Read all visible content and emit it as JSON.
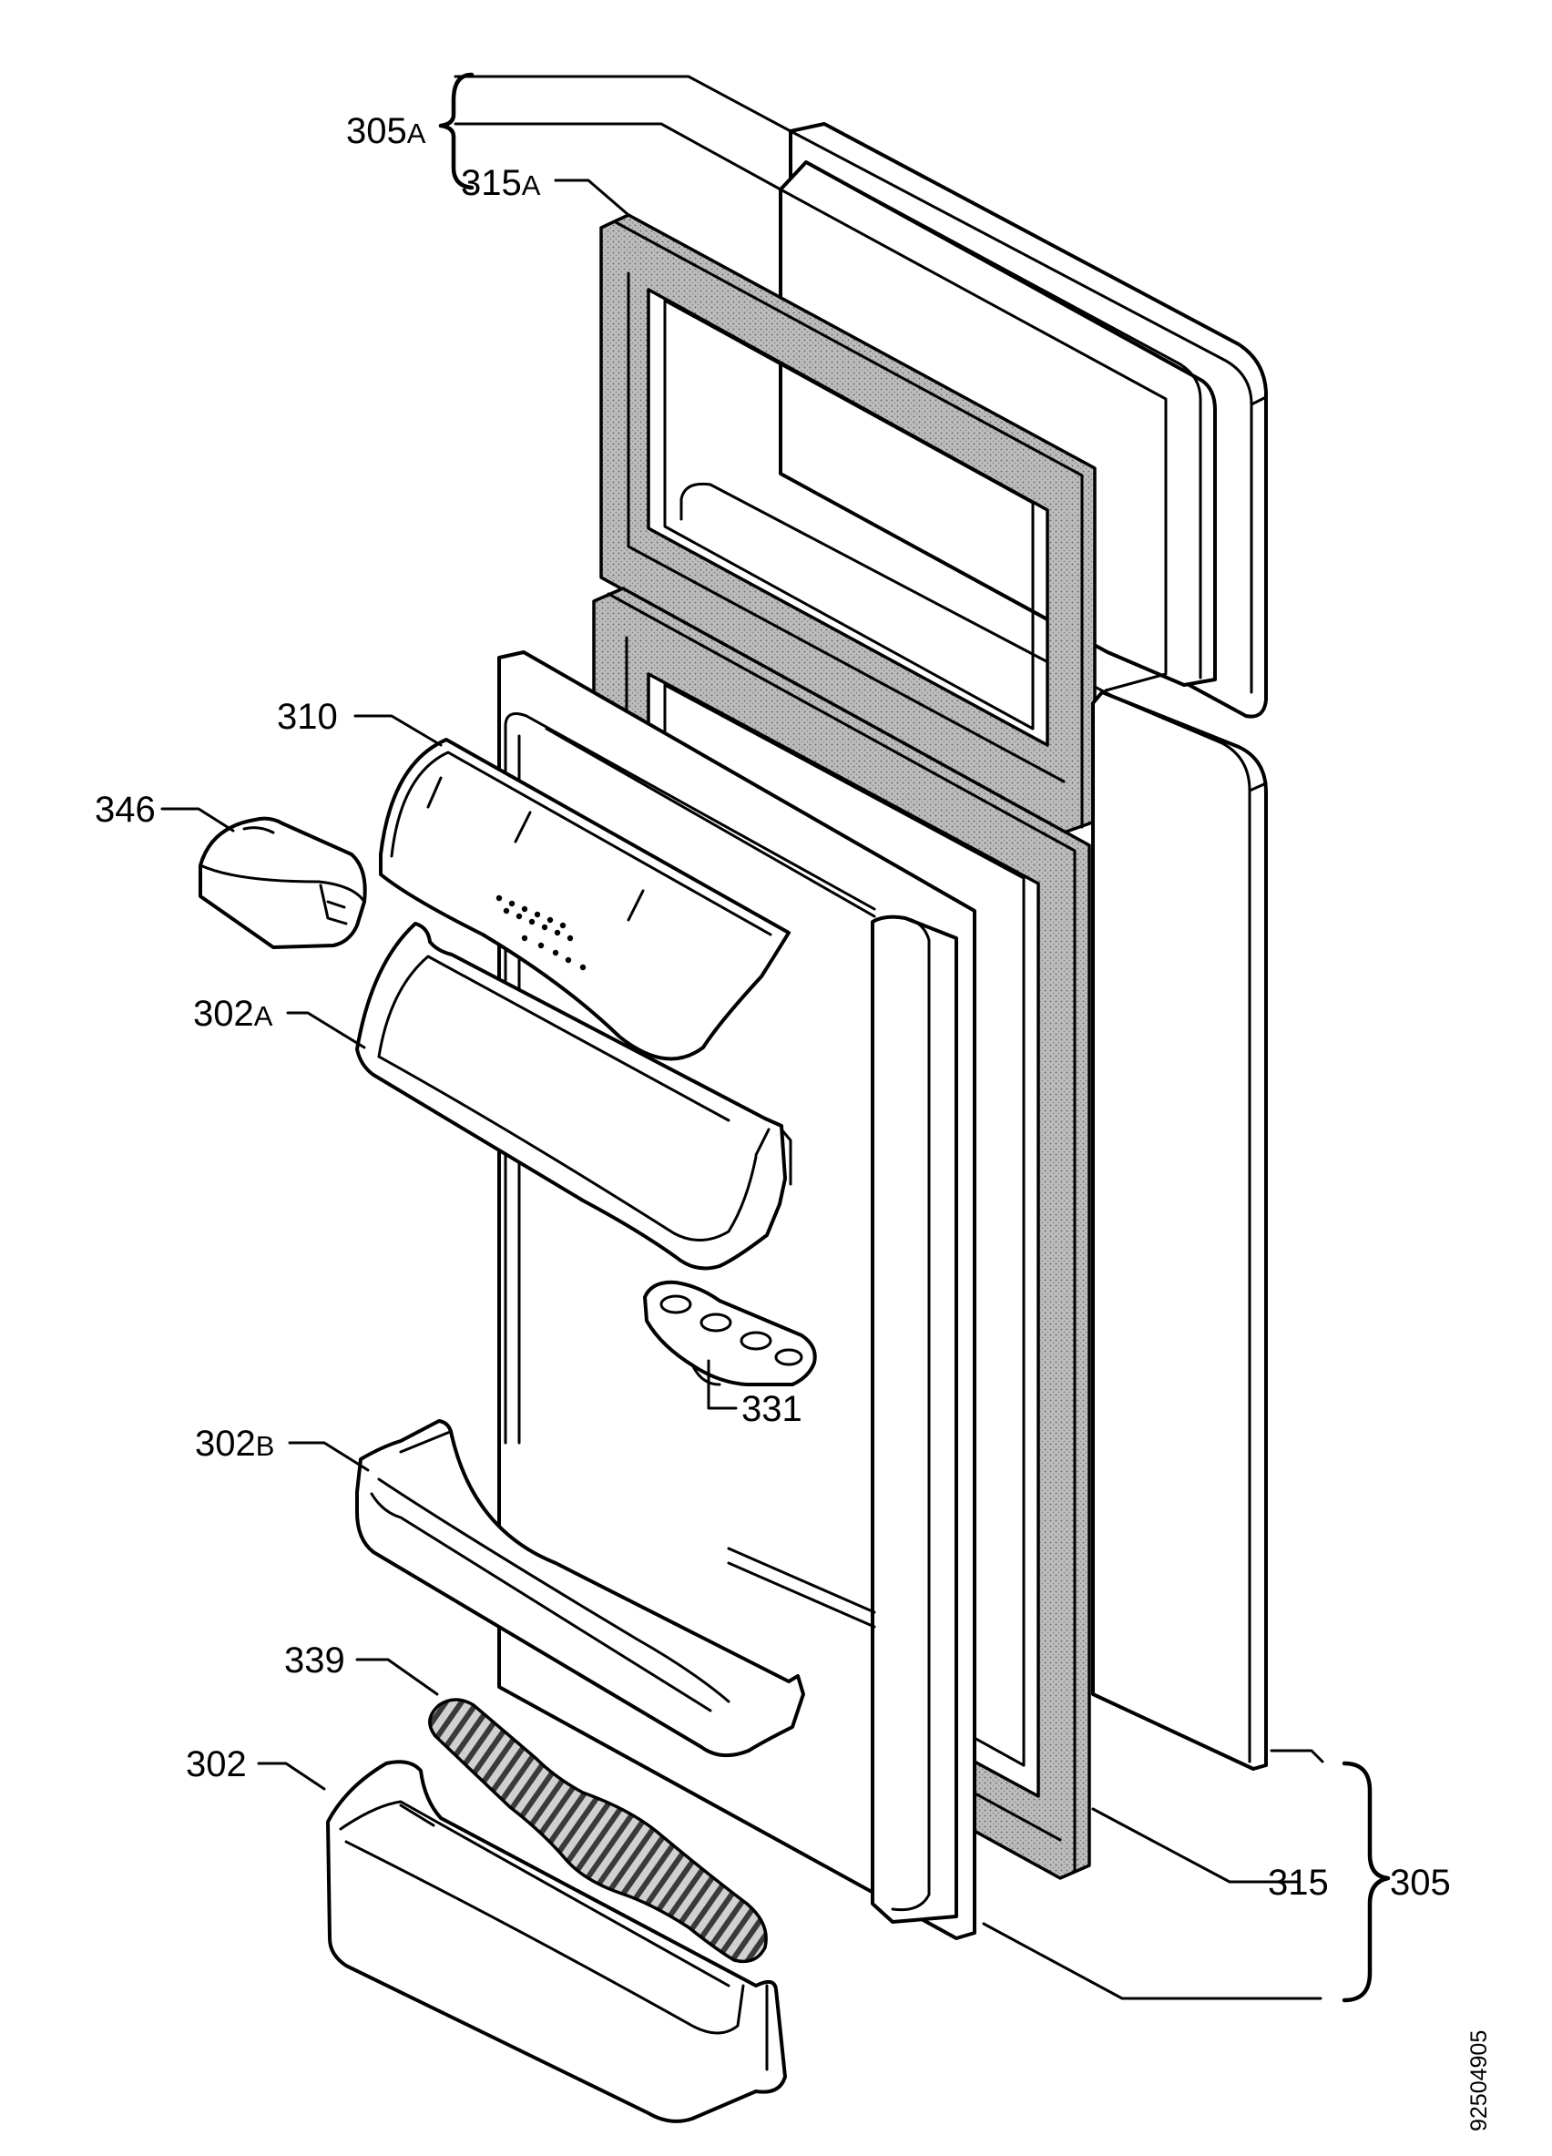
{
  "part_labels": {
    "p305a": {
      "main": "305",
      "suffix": "A"
    },
    "p315a": {
      "main": "315",
      "suffix": "A"
    },
    "p310": {
      "main": "310",
      "suffix": ""
    },
    "p346": {
      "main": "346",
      "suffix": ""
    },
    "p302a": {
      "main": "302",
      "suffix": "A"
    },
    "p331": {
      "main": "331",
      "suffix": ""
    },
    "p302b": {
      "main": "302",
      "suffix": "B"
    },
    "p339": {
      "main": "339",
      "suffix": ""
    },
    "p302": {
      "main": "302",
      "suffix": ""
    },
    "p315": {
      "main": "315",
      "suffix": ""
    },
    "p305": {
      "main": "305",
      "suffix": ""
    }
  },
  "document_number": "92504905"
}
